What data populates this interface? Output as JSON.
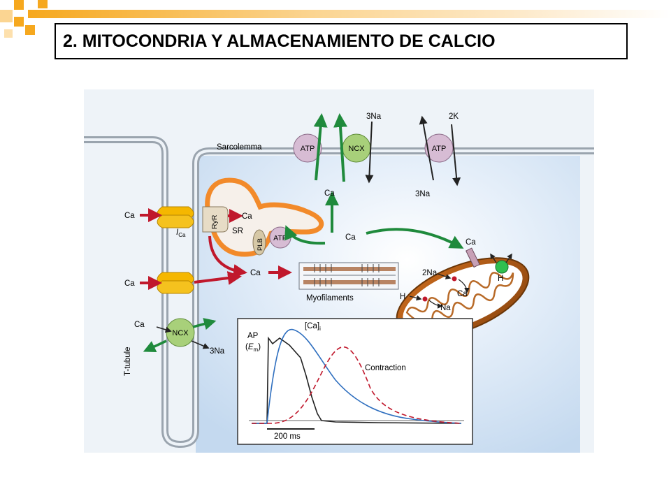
{
  "slide": {
    "title": "2. MITOCONDRIA Y ALMACENAMIENTO DE CALCIO",
    "accent_color": "#f6a81e"
  },
  "diagram": {
    "sarcolemma_label": "Sarcolemma",
    "t_tubule_label": "T-tubule",
    "sr_label": "SR",
    "ryr_label": "RyR",
    "plb_label": "PLB",
    "myofilaments_label": "Myofilaments",
    "ica_main": "I",
    "ica_sub": "Ca",
    "pumps": {
      "atp_left": "ATP",
      "ncx_top": "NCX",
      "atp_right": "ATP",
      "atp_sr": "ATP",
      "ncx_ttubule": "NCX"
    },
    "ions": {
      "ca": "Ca",
      "na3": "3Na",
      "k2": "2K",
      "na2": "2Na",
      "na": "Na",
      "h": "H"
    },
    "inset": {
      "ap_label": "AP",
      "em_open": "(",
      "em_main": "E",
      "em_sub": "m",
      "em_close": ")",
      "ca_main": "[Ca]",
      "ca_sub": "i",
      "contraction_label": "Contraction",
      "scale_label": "200 ms"
    },
    "colors": {
      "cytoplasm": "#d6e6f6",
      "membrane": "#9aa4ae",
      "sr_orange": "#f28a2a",
      "ca_channel": "#f5b700",
      "influx_arrow": "#c0182c",
      "green_arrow": "#1f8a3c",
      "atp_pump": "#d7bcd4",
      "ncx_pump": "#a8d07a",
      "ap_trace": "#222222",
      "ca_trace": "#2f6fbf",
      "contraction_trace": "#c0182c"
    }
  }
}
